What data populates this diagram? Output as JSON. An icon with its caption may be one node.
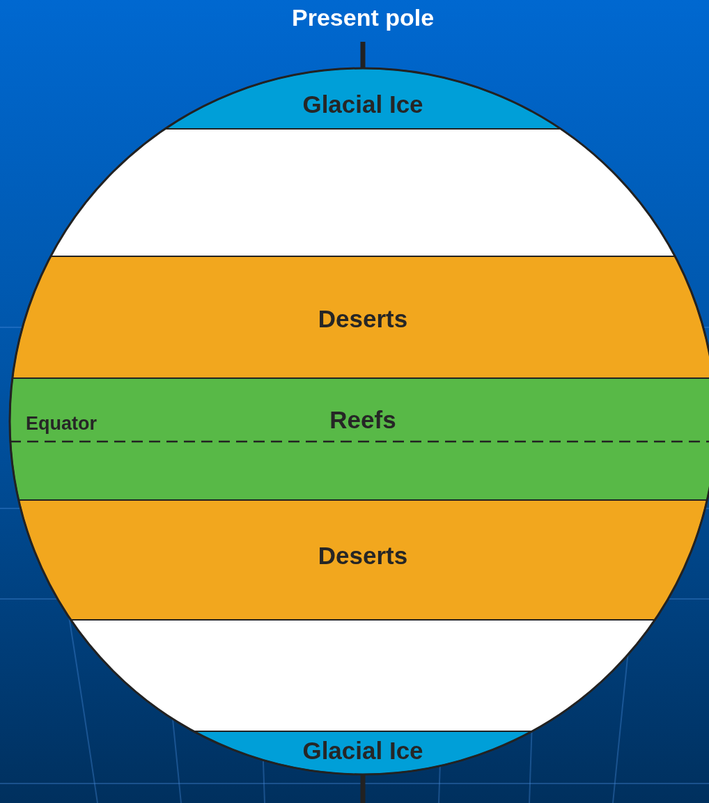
{
  "diagram": {
    "nodes": [
      {
        "text": [
          "Glacial Ice"
        ]
      },
      {
        "text": [],
        "shape": "band"
      },
      {
        "text": [
          "Deserts"
        ]
      },
      {
        "text": [
          "Reefs"
        ]
      },
      {
        "text": [
          "Deserts"
        ]
      },
      {
        "text": [],
        "shape": "band"
      },
      {
        "text": [
          "Glacial Ice"
        ]
      }
    ],
    "labels": [
      "Present pole",
      "Equator"
    ]
  }
}
